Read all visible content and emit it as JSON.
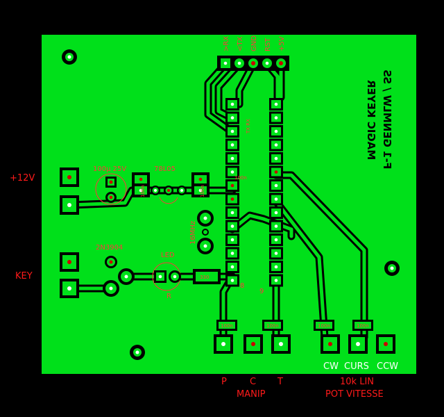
{
  "board": {
    "title_line1": "MAGIC KEYER",
    "title_line2": "F-1 GENMLW / SS",
    "colors": {
      "copper": "#00e01a",
      "background": "#000000",
      "silk": "#ff3a3a",
      "pad": "#ffffff"
    }
  },
  "external_labels": {
    "plus12v": "+12V",
    "key": "KEY",
    "p": "P",
    "c": "C",
    "t": "T",
    "manip": "MANIP",
    "lin": "10k LIN",
    "pot_vitesse": "POT VITESSE"
  },
  "header_pins": [
    ">RX",
    "<TX",
    "GND",
    "RST",
    "+5V"
  ],
  "component_labels": {
    "cap_100u": "100µ 25V",
    "reg": "78L05",
    "cap_100n_1": "100n",
    "cap_100n_2": "100n",
    "cap_100n_3": "100n",
    "crystal": "16MHz",
    "transistor": "2N3904",
    "led": "LED",
    "resistor": "R",
    "res_330": "330",
    "pin8": "8",
    "pin9": "9",
    "txrx": "TX RX",
    "cap_100n_p": "100n",
    "cap_100n_t": "100n",
    "cap_100n_cw": "100n",
    "cap_100n_ccw": "100n"
  },
  "pot_labels": {
    "cw": "CW",
    "curs": "CURS",
    "ccw": "CCW"
  }
}
